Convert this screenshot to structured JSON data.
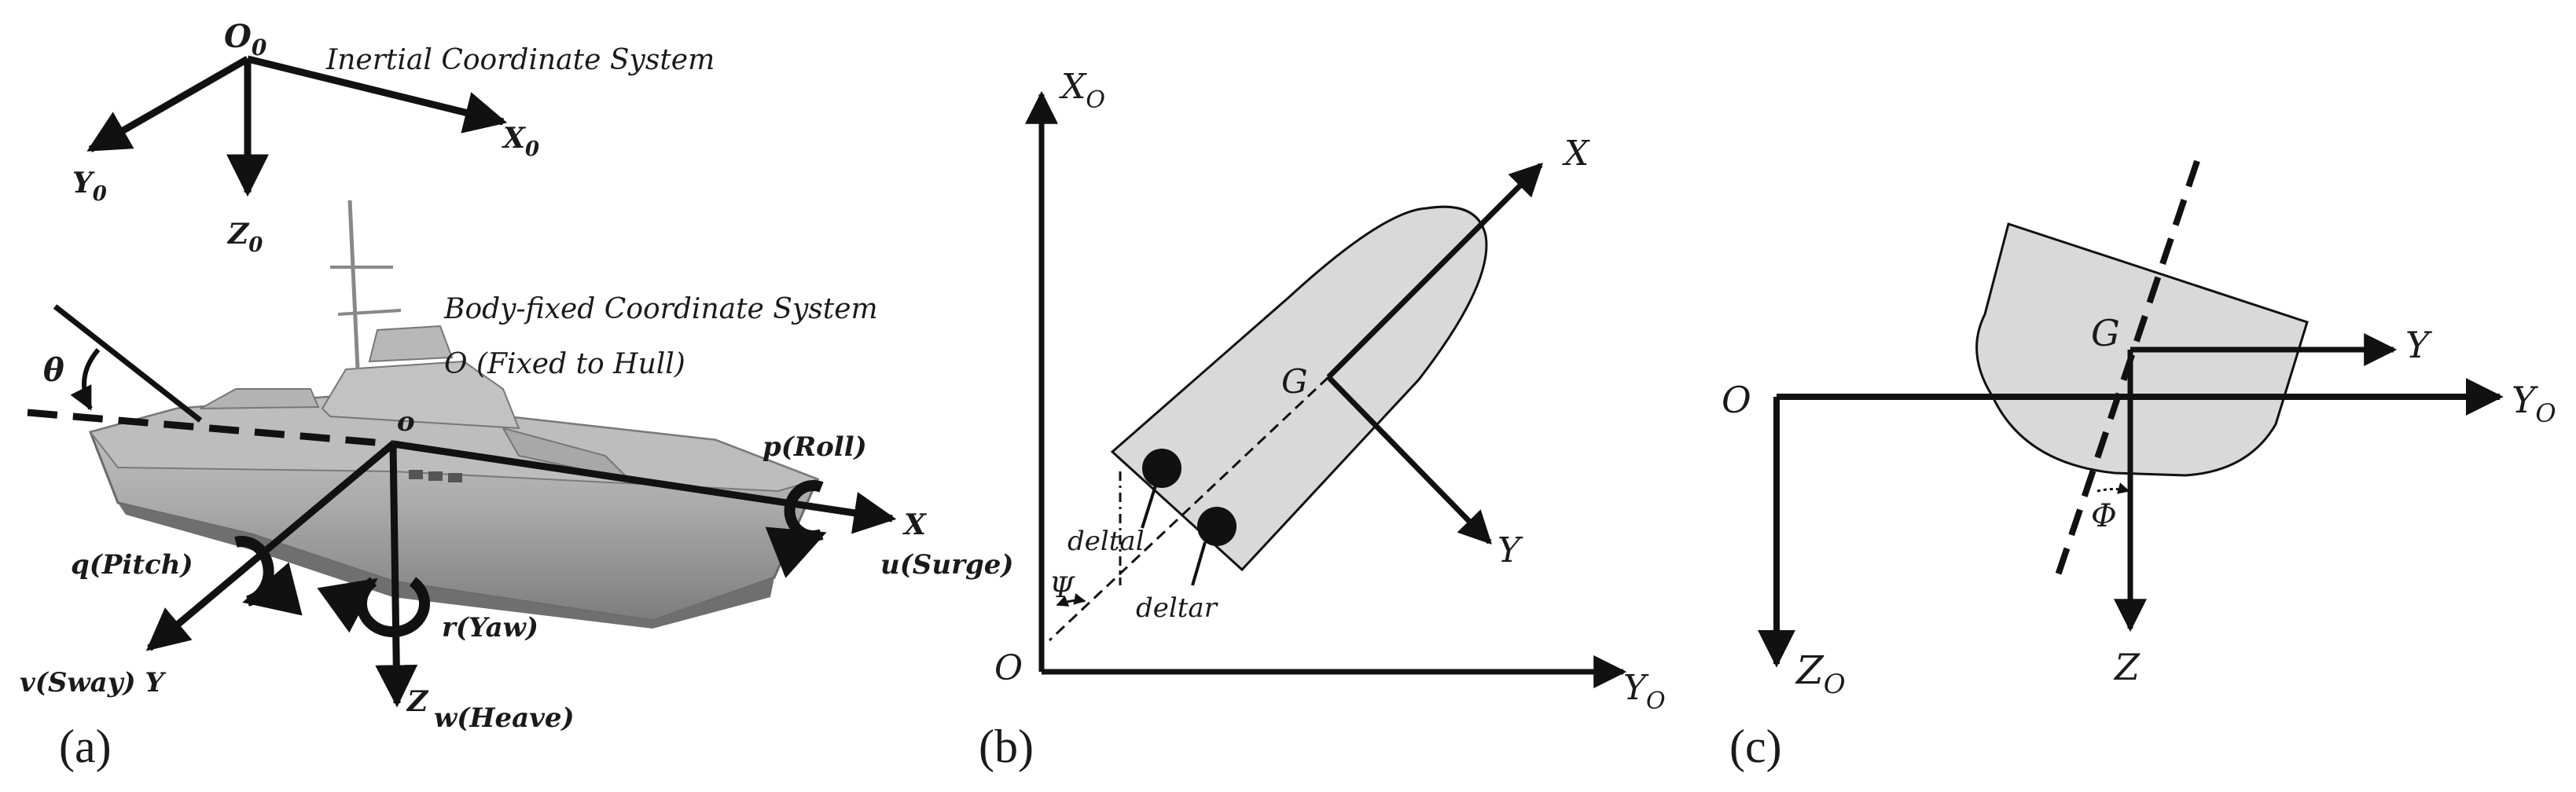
{
  "figure": {
    "panel_a": {
      "caption": "(a)",
      "inertial_origin": "O",
      "inertial_origin_sub": "0",
      "inertial_title": "Inertial Coordinate System",
      "x0": "X",
      "x0_sub": "0",
      "y0": "Y",
      "y0_sub": "0",
      "z0": "Z",
      "z0_sub": "0",
      "body_title": "Body-fixed Coordinate System",
      "body_origin_note": "O (Fixed to Hull)",
      "body_origin": "o",
      "theta": "θ",
      "roll": "p(Roll)",
      "x_axis": "X",
      "surge": "u(Surge)",
      "pitch": "q(Pitch)",
      "sway": "v(Sway) Y",
      "yaw": "r(Yaw)",
      "z_axis": "Z",
      "heave": "w(Heave)"
    },
    "panel_b": {
      "caption": "(b)",
      "x0": "X",
      "x0_sub": "O",
      "y0": "Y",
      "y0_sub": "O",
      "origin": "O",
      "x_axis": "X",
      "y_axis": "Y",
      "g": "G",
      "psi": "Ψ",
      "deltal": "deltal",
      "deltar": "deltar"
    },
    "panel_c": {
      "caption": "(c)",
      "origin": "O",
      "g": "G",
      "y_axis": "Y",
      "y0": "Y",
      "y0_sub": "O",
      "z0": "Z",
      "z0_sub": "O",
      "z_axis": "Z",
      "phi": "Φ"
    }
  }
}
